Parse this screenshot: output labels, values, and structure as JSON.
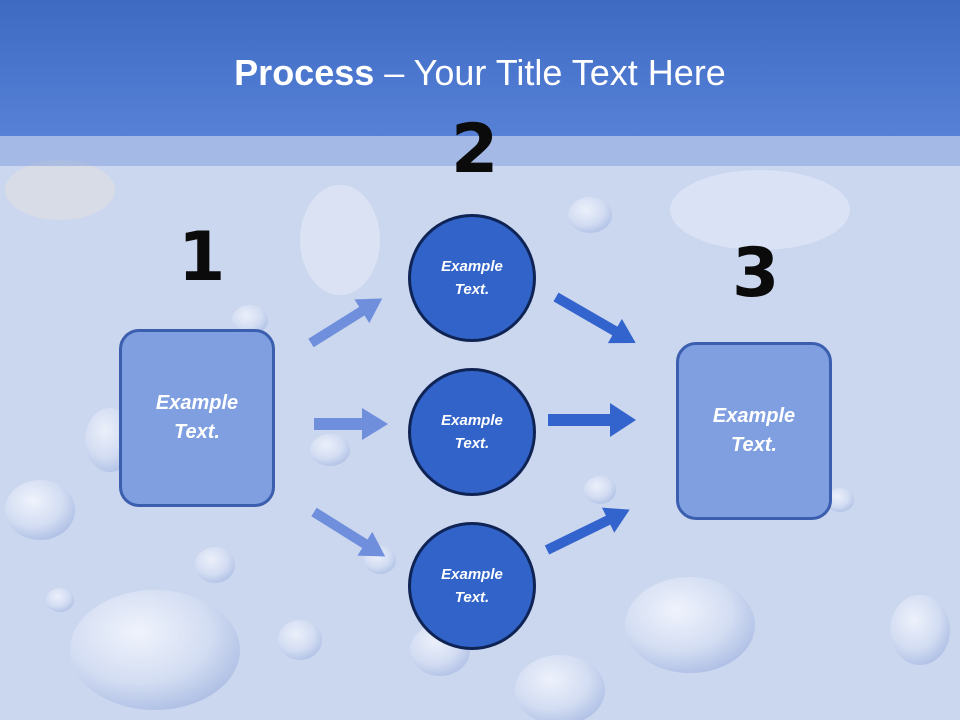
{
  "title": {
    "bold": "Process",
    "rest": " – Your Title Text Here"
  },
  "numbers": {
    "n1": "1",
    "n2": "2",
    "n3": "3"
  },
  "left_box": {
    "line1": "Example",
    "line2": "Text."
  },
  "right_box": {
    "line1": "Example",
    "line2": "Text."
  },
  "circles": [
    {
      "line1": "Example",
      "line2": "Text."
    },
    {
      "line1": "Example",
      "line2": "Text."
    },
    {
      "line1": "Example",
      "line2": "Text."
    }
  ],
  "colors": {
    "title_band": "#4a75cc",
    "box_fill": "#7f9fe0",
    "circle_fill": "#3163c9",
    "arrow_light": "#6f8fdc",
    "arrow_dark": "#3363cc"
  }
}
